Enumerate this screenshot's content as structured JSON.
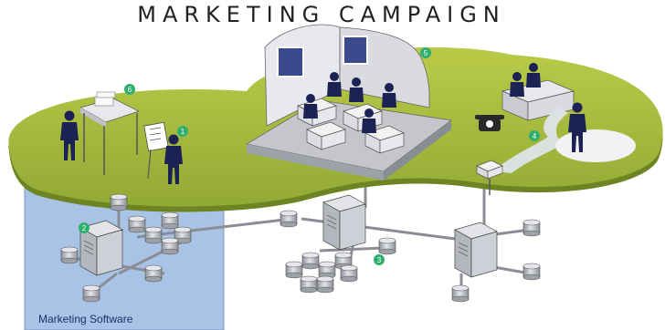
{
  "title": "MARKETING CAMPAIGN",
  "panel_label": "Marketing Software",
  "markers": [
    "1",
    "2",
    "3",
    "4",
    "5",
    "6"
  ],
  "colors": {
    "platform_top": "#a6b93b",
    "platform_edge": "#6e8422",
    "software_panel": "#a8c3e6",
    "marker": "#2fae6e",
    "figure": "#1c2354",
    "server": "#c9ccd2",
    "room_floor": "#c4c6cc",
    "room_wall": "#e8e9ee"
  },
  "icons": [
    "presenter-icon",
    "person-icon",
    "desk-icon",
    "server-icon",
    "database-icon",
    "telephone-icon",
    "mailbox-icon",
    "classroom-icon",
    "road-icon"
  ]
}
